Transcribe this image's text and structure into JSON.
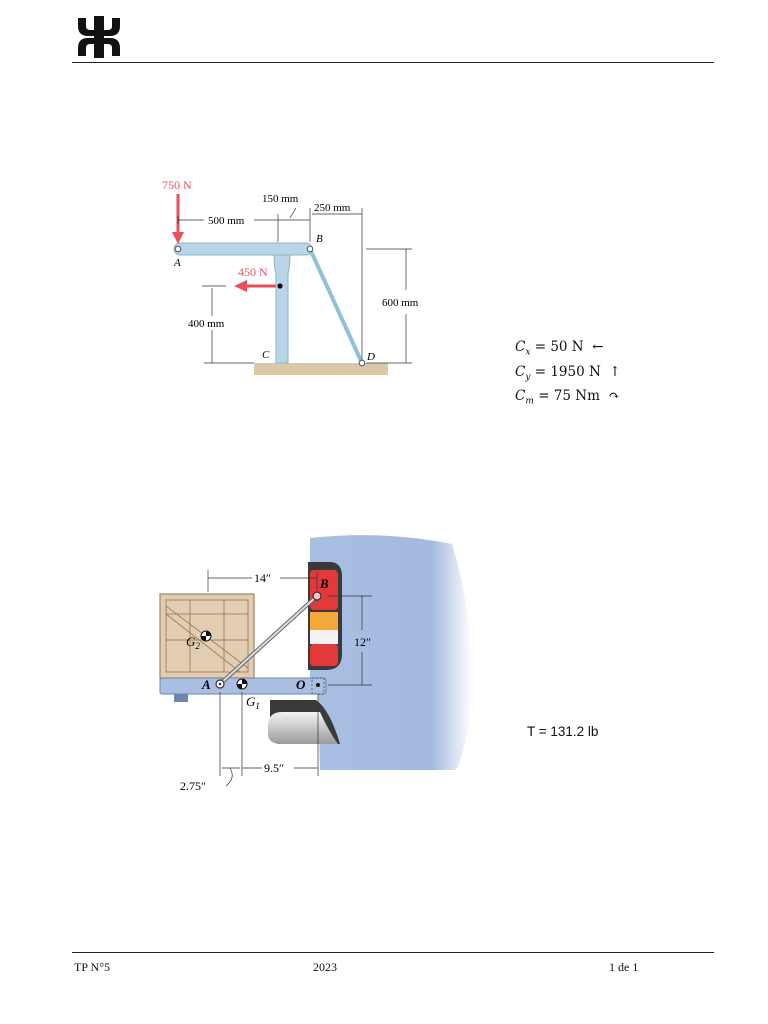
{
  "footer": {
    "left": "TP N°5",
    "center": "2023",
    "right": "1 de 1"
  },
  "problem1": {
    "figure": {
      "force_a": "750 N",
      "force_mid": "450 N",
      "dim_150": "150 mm",
      "dim_250": "250 mm",
      "dim_500": "500 mm",
      "dim_600": "600 mm",
      "dim_400": "400 mm",
      "label_a": "A",
      "label_b": "B",
      "label_c": "C",
      "label_d": "D"
    },
    "results": {
      "cx": {
        "sym": "C",
        "sub": "x",
        "eq": "= 50 N",
        "arrow": "←"
      },
      "cy": {
        "sym": "C",
        "sub": "y",
        "eq": "= 1950 N",
        "arrow": "↑"
      },
      "cm": {
        "sym": "C",
        "sub": "m",
        "eq": "= 75  Nm",
        "arrow": "↷"
      }
    }
  },
  "problem2": {
    "figure": {
      "dim_14": "14″",
      "dim_12": "12″",
      "dim_95": "9.5″",
      "dim_275": "2.75″",
      "label_a": "A",
      "label_b": "B",
      "label_o": "O",
      "label_g1": "G",
      "label_g1_sub": "1",
      "label_g2": "G",
      "label_g2_sub": "2"
    },
    "result": "T  =  131.2 lb"
  },
  "colors": {
    "force": "#e8505e",
    "member": "#b9d6e8",
    "truck": "#a9bfe2",
    "crate": "#e3cdb2"
  }
}
